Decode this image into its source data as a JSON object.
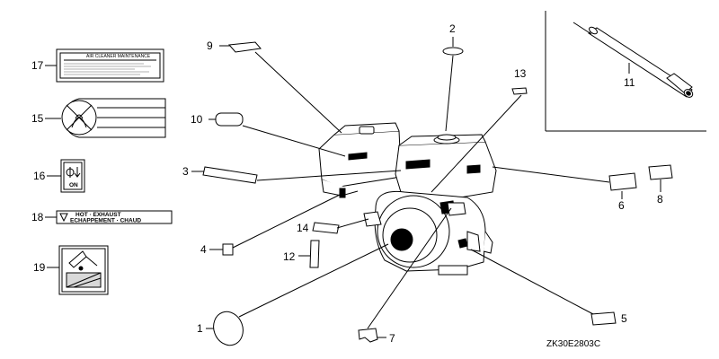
{
  "diagram": {
    "code": "ZK30E2803C",
    "labels": {
      "l1": "1",
      "l2": "2",
      "l3": "3",
      "l4": "4",
      "l5": "5",
      "l6": "6",
      "l7": "7",
      "l8": "8",
      "l9": "9",
      "l10": "10",
      "l11": "11",
      "l12": "12",
      "l13": "13",
      "l14": "14",
      "l15": "15",
      "l16": "16",
      "l17": "17",
      "l18": "18",
      "l19": "19"
    },
    "label17_text": "AIR CLEANER MAINTENANCE",
    "label18_line1": "HOT · EXHAUST",
    "label18_line2": "ECHAPPEMENT · CHAUD",
    "label16_text": "ON"
  }
}
